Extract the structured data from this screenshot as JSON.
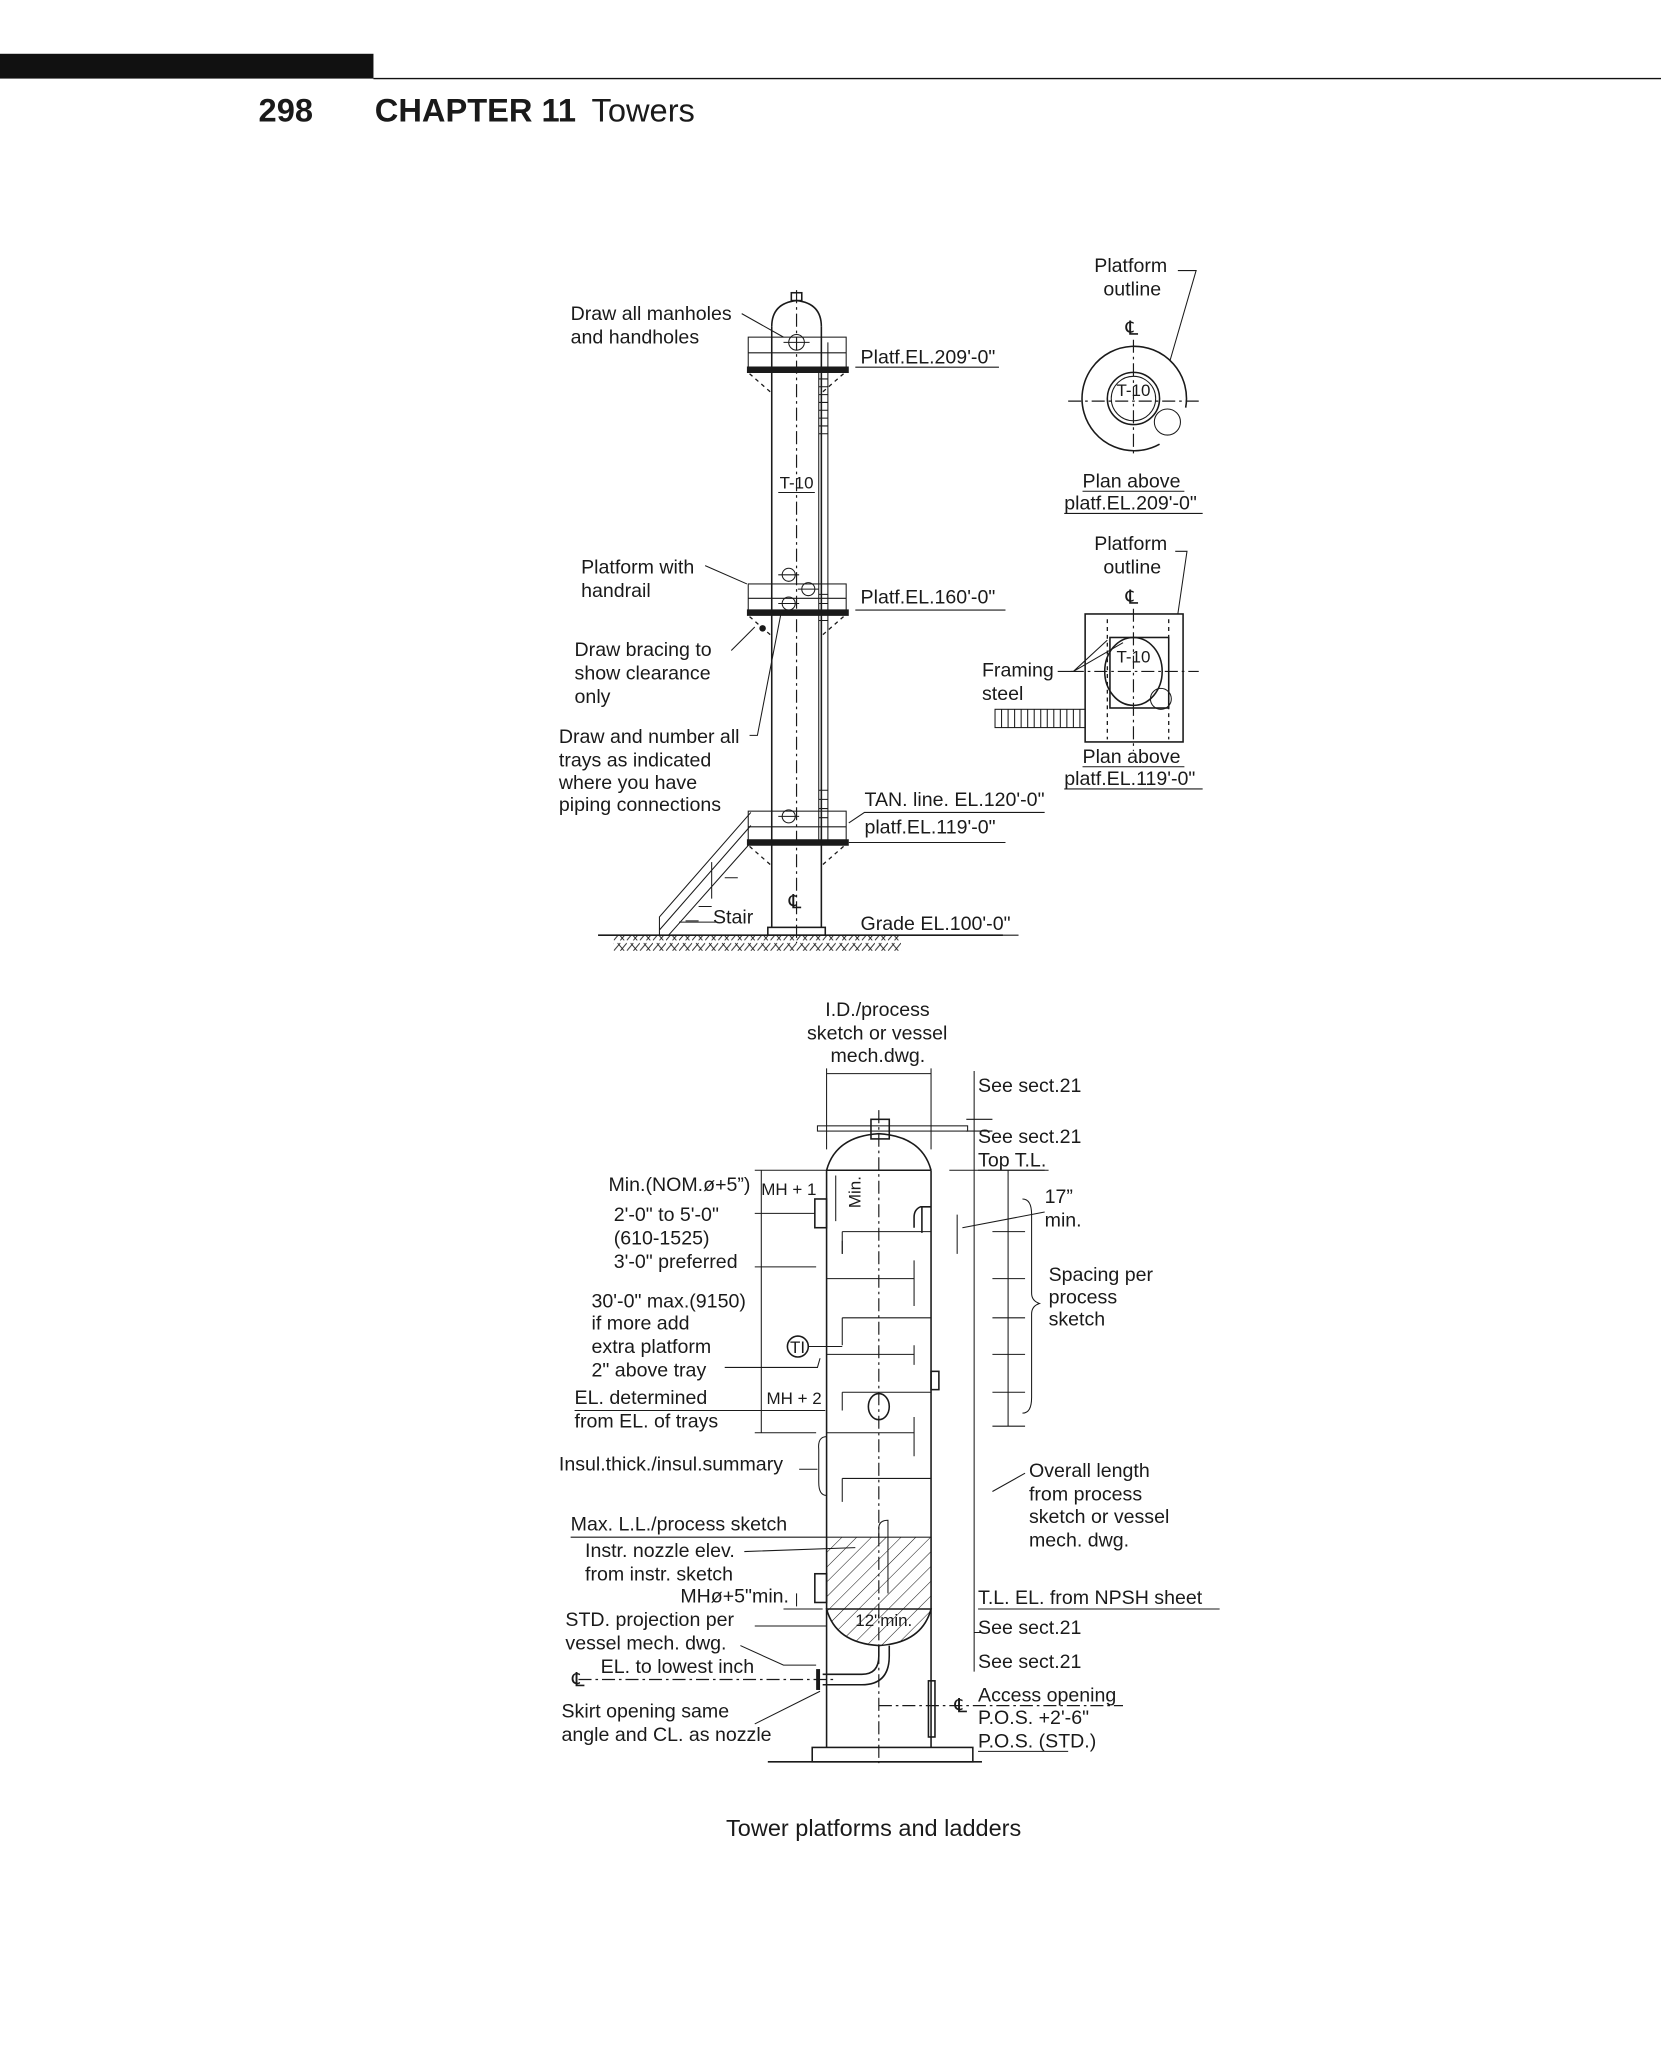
{
  "header": {
    "page_number": "298",
    "chapter": "CHAPTER 11",
    "title": "Towers"
  },
  "elevation": {
    "note_manholes": [
      "Draw all manholes",
      "and handholes"
    ],
    "platf_209": "Platf.EL.209'-0\"",
    "tower_tag": "T-10",
    "platform_handrail": [
      "Platform with",
      "handrail"
    ],
    "platf_160": "Platf.EL.160'-0\"",
    "bracing": [
      "Draw bracing to",
      "show clearance",
      "only"
    ],
    "trays": [
      "Draw and number all",
      "trays as indicated",
      "where you have",
      "piping connections"
    ],
    "tan_line": "TAN. line. EL.120'-0\"",
    "platf_119": "platf.EL.119'-0\"",
    "stair": "Stair",
    "grade": "Grade EL.100'-0\"",
    "centerline": "℄"
  },
  "plan_top": {
    "outline": [
      "Platform",
      "outline"
    ],
    "centerline": "℄",
    "tag": "T-10",
    "caption": [
      "Plan above",
      "platf.EL.209'-0\""
    ]
  },
  "plan_bottom": {
    "outline": [
      "Platform",
      "outline"
    ],
    "centerline": "℄",
    "tag": "T-10",
    "framing": [
      "Framing",
      "steel"
    ],
    "caption": [
      "Plan above",
      "platf.EL.119'-0\""
    ]
  },
  "detail": {
    "id_note": [
      "I.D./process",
      "sketch or vessel",
      "mech.dwg."
    ],
    "see_sect_1": "See sect.21",
    "see_sect_2": "See sect.21",
    "top_tl": "Top T.L.",
    "min_nom": "Min.(NOM.ø+5”)",
    "mh1": "MH + 1",
    "min_vertical": "Min.",
    "range": [
      "2'-0\" to 5'-0\"",
      "(610-1525)",
      "3'-0\" preferred"
    ],
    "seventeen": [
      "17”",
      "min."
    ],
    "spacing": [
      "Spacing per",
      "process",
      "sketch"
    ],
    "max_note": [
      "30'-0\" max.(9150)",
      "if more add",
      "extra platform",
      "2\" above tray"
    ],
    "ti": "TI",
    "el_determined": [
      "EL. determined",
      "from EL. of trays"
    ],
    "mh2": "MH + 2",
    "insul": "Insul.thick./insul.summary",
    "overall": [
      "Overall length",
      "from process",
      "sketch or vessel",
      "mech. dwg."
    ],
    "max_ll": "Max. L.L./process sketch",
    "instr": [
      "Instr. nozzle elev.",
      "from instr. sketch"
    ],
    "mh_min": "MHø+5\"min.",
    "tl_npsh": "T.L. EL. from NPSH sheet",
    "std_proj": [
      "STD. projection per",
      "vessel mech. dwg."
    ],
    "twelve_min": "12\"min.",
    "see_sect_3": "See sect.21",
    "see_sect_4": "See sect.21",
    "el_lowest": "EL. to lowest inch",
    "centerline": "℄",
    "access": [
      "Access opening",
      "P.O.S. +2'-6\"",
      "P.O.S. (STD.)"
    ],
    "skirt": [
      "Skirt opening same",
      "angle and CL. as nozzle"
    ]
  },
  "caption": "Tower platforms and ladders"
}
